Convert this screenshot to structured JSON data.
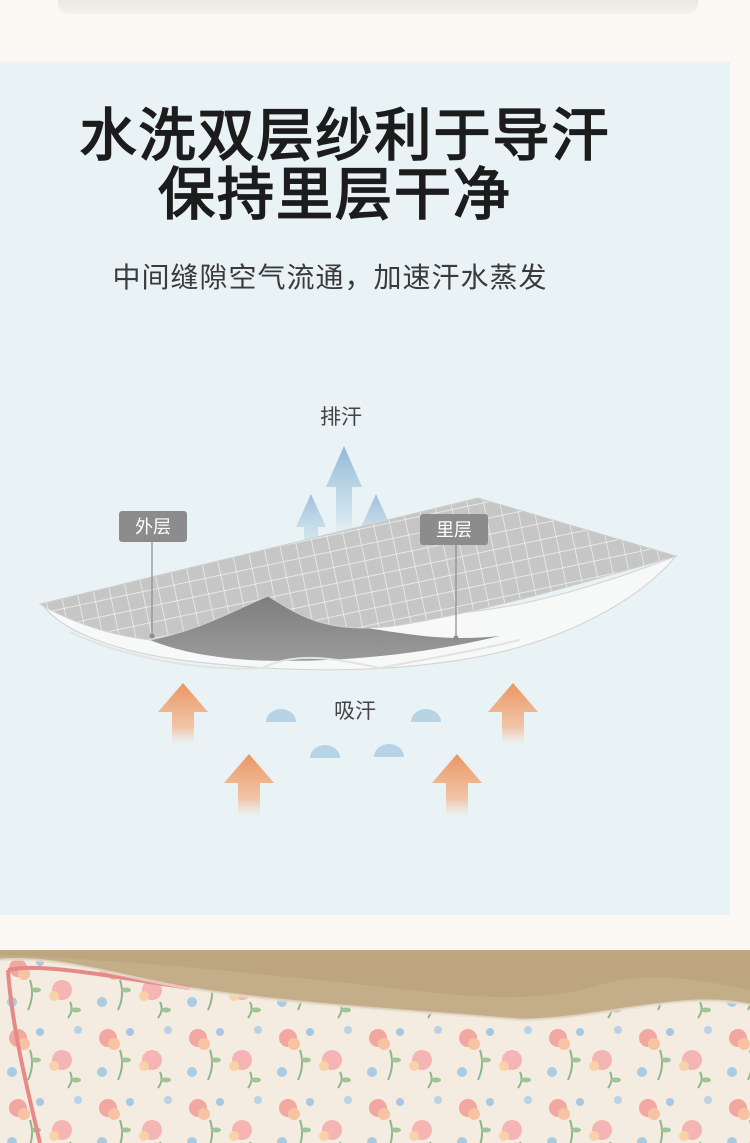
{
  "headline": {
    "line1": "水洗双层纱利于导汗",
    "line2": "保持里层干净"
  },
  "subheadline": "中间缝隙空气流通，加速汗水蒸发",
  "diagram": {
    "label_outer": "外层",
    "label_inner": "里层",
    "label_exhaust": "排汗",
    "label_absorb": "吸汗"
  },
  "colors": {
    "panel_bg": "#e9f3f5",
    "label_bg": "#8c8c8c",
    "orange_arrow": "#ee9a6c",
    "blue_arrow": "#a9cbe0",
    "title": "#1c1c1c"
  }
}
